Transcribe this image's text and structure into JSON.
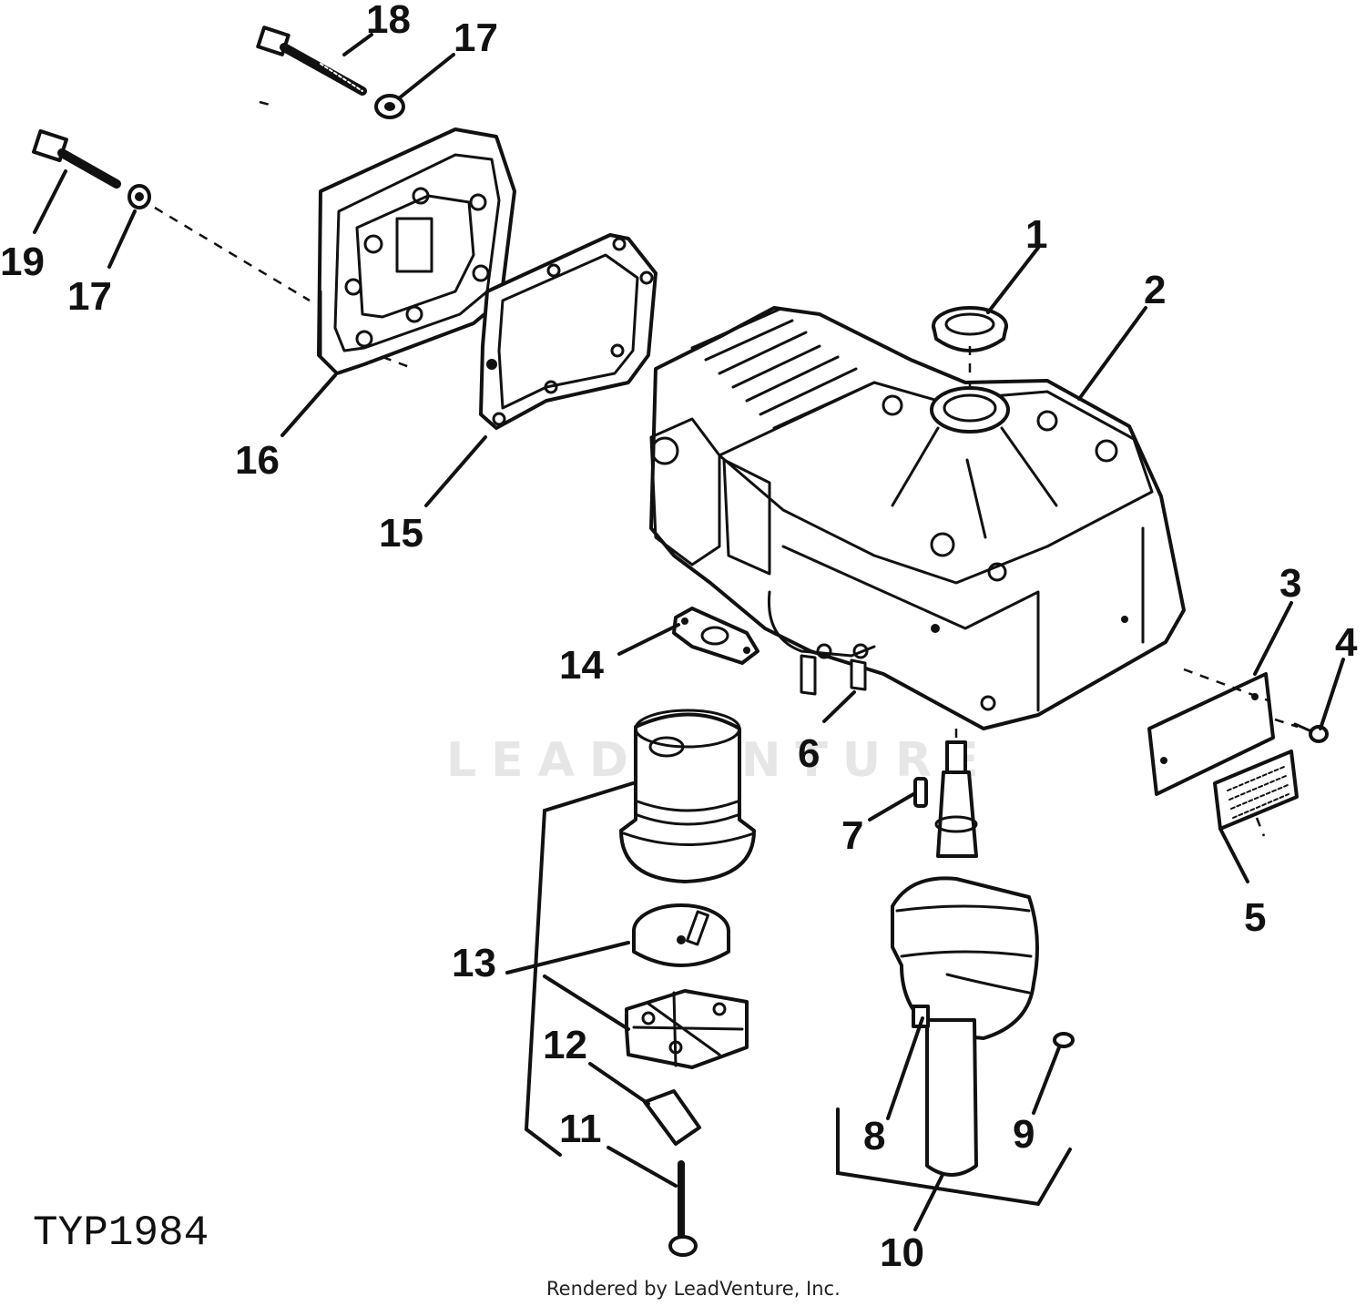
{
  "figure_ref": "TYP1984",
  "credit": "Rendered by LeadVenture, Inc.",
  "watermark": "LEADVENTURE",
  "callouts": [
    {
      "id": "1",
      "label": "1"
    },
    {
      "id": "2",
      "label": "2"
    },
    {
      "id": "3",
      "label": "3"
    },
    {
      "id": "4",
      "label": "4"
    },
    {
      "id": "5",
      "label": "5"
    },
    {
      "id": "6",
      "label": "6"
    },
    {
      "id": "7",
      "label": "7"
    },
    {
      "id": "8",
      "label": "8"
    },
    {
      "id": "9",
      "label": "9"
    },
    {
      "id": "10",
      "label": "10"
    },
    {
      "id": "11",
      "label": "11"
    },
    {
      "id": "12",
      "label": "12"
    },
    {
      "id": "13",
      "label": "13"
    },
    {
      "id": "14",
      "label": "14"
    },
    {
      "id": "15",
      "label": "15"
    },
    {
      "id": "16",
      "label": "16"
    },
    {
      "id": "17a",
      "label": "17"
    },
    {
      "id": "17b",
      "label": "17"
    },
    {
      "id": "18",
      "label": "18"
    },
    {
      "id": "19",
      "label": "19"
    }
  ]
}
